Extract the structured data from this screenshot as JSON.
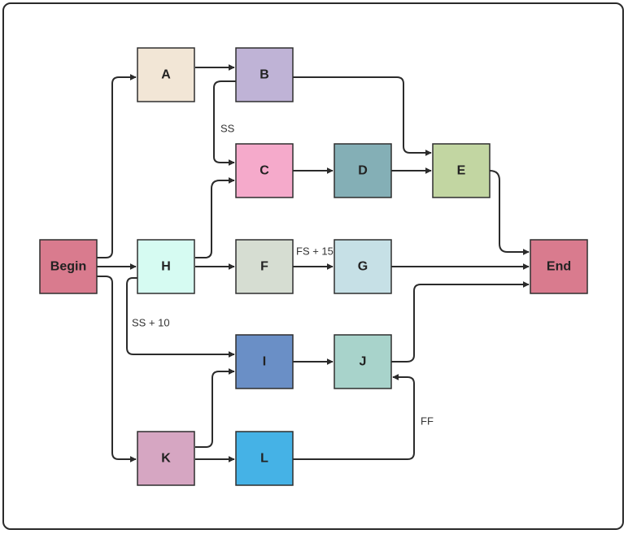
{
  "diagram": {
    "nodes": [
      {
        "id": "begin",
        "label": "Begin",
        "color": "#d97b8e"
      },
      {
        "id": "a",
        "label": "A",
        "color": "#f2e6d6"
      },
      {
        "id": "b",
        "label": "B",
        "color": "#bfb3d6"
      },
      {
        "id": "c",
        "label": "C",
        "color": "#f5aacb"
      },
      {
        "id": "d",
        "label": "D",
        "color": "#84afb6"
      },
      {
        "id": "e",
        "label": "E",
        "color": "#c2d6a2"
      },
      {
        "id": "h",
        "label": "H",
        "color": "#d6fbf2"
      },
      {
        "id": "f",
        "label": "F",
        "color": "#d6ddd2"
      },
      {
        "id": "g",
        "label": "G",
        "color": "#c6e0e6"
      },
      {
        "id": "end",
        "label": "End",
        "color": "#d97b8e"
      },
      {
        "id": "i",
        "label": "I",
        "color": "#6a8fc6"
      },
      {
        "id": "j",
        "label": "J",
        "color": "#a8d3cb"
      },
      {
        "id": "k",
        "label": "K",
        "color": "#d6a6c2"
      },
      {
        "id": "l",
        "label": "L",
        "color": "#45b2e6"
      }
    ],
    "edges": [
      {
        "from": "begin",
        "to": "a"
      },
      {
        "from": "begin",
        "to": "h"
      },
      {
        "from": "begin",
        "to": "k"
      },
      {
        "from": "a",
        "to": "b"
      },
      {
        "from": "b",
        "to": "c",
        "label": "SS"
      },
      {
        "from": "b",
        "to": "e"
      },
      {
        "from": "c",
        "to": "d"
      },
      {
        "from": "d",
        "to": "e"
      },
      {
        "from": "e",
        "to": "end"
      },
      {
        "from": "h",
        "to": "c"
      },
      {
        "from": "h",
        "to": "f"
      },
      {
        "from": "h",
        "to": "i",
        "label": "SS + 10"
      },
      {
        "from": "f",
        "to": "g",
        "label": "FS + 15"
      },
      {
        "from": "g",
        "to": "end"
      },
      {
        "from": "i",
        "to": "j"
      },
      {
        "from": "j",
        "to": "end"
      },
      {
        "from": "k",
        "to": "i"
      },
      {
        "from": "k",
        "to": "l"
      },
      {
        "from": "l",
        "to": "j",
        "label": "FF"
      }
    ]
  }
}
